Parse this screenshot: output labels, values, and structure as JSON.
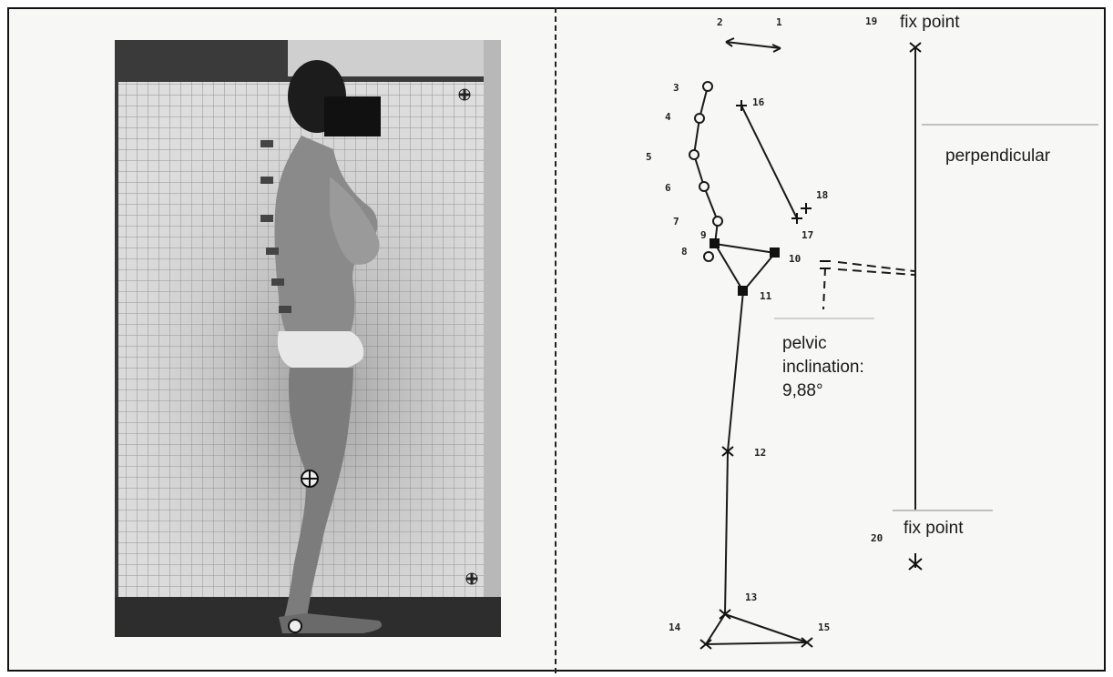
{
  "labels": {
    "fix_point_top": "fix point",
    "fix_point_bottom": "fix point",
    "perpendicular": "perpendicular",
    "pelvic_line1": "pelvic",
    "pelvic_line2": "inclination:",
    "pelvic_value": "9,88°"
  },
  "point_numbers": [
    "1",
    "2",
    "3",
    "4",
    "5",
    "6",
    "7",
    "8",
    "9",
    "10",
    "11",
    "12",
    "13",
    "14",
    "15",
    "16",
    "17",
    "18",
    "19",
    "20"
  ],
  "marker_symbols": {
    "spine": "circle",
    "pelvis": "square",
    "arm_and_legs": "cross"
  },
  "colors": {
    "ink": "#1a1a1a",
    "paper": "#f7f7f5",
    "photo_grid": "#9a9a9a"
  }
}
